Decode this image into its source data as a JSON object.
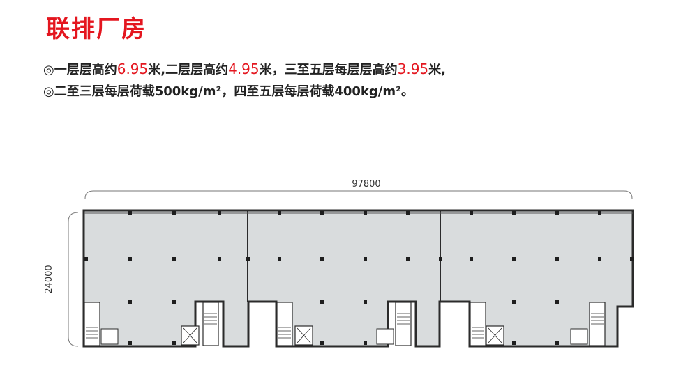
{
  "title": "联排厂房",
  "spec": {
    "line1": {
      "bullet": "◎",
      "p1": "一层层高约",
      "v1": "6.95",
      "p2": "米,二层层高约",
      "v2": "4.95",
      "p3": "米，三至五层每层层高约",
      "v3": "3.95",
      "p4": "米,"
    },
    "line2": {
      "bullet": "◎",
      "text": "二至三层每层荷载500kg/m²，四至五层每层荷载400kg/m²。"
    }
  },
  "plan": {
    "width_label": "97800",
    "depth_label": "24000",
    "fill_color": "#d9dcdd",
    "wall_color": "#2b2b2b"
  }
}
